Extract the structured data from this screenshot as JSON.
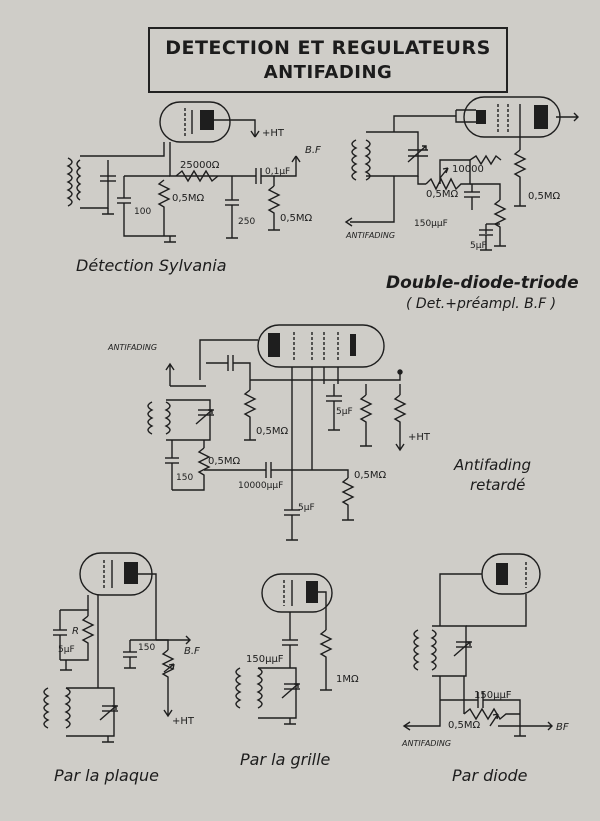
{
  "title": {
    "line1": "DETECTION ET REGULATEURS",
    "line2": "ANTIFADING"
  },
  "diagrams": {
    "sylvania": {
      "caption": "Détection Sylvania",
      "labels": {
        "ht": "+HT",
        "bf": "B.F",
        "r1": "25000Ω",
        "r2": "0,5MΩ",
        "r3": "0,5MΩ",
        "c1": "0,1μF",
        "c2": "100",
        "c3": "250"
      }
    },
    "double_diode_triode": {
      "caption": "Double-diode-triode",
      "subcaption": "( Det.+préampl. B.F )",
      "labels": {
        "r1": "10000",
        "r2": "0,5MΩ",
        "r3": "0,5MΩ",
        "c1": "150μμF",
        "c2": "5μF",
        "antifading": "ANTIFADING"
      }
    },
    "retarde": {
      "caption_line1": "Antifading",
      "caption_line2": "retardé",
      "labels": {
        "antifading": "ANTIFADING",
        "r1": "0,5MΩ",
        "r2": "0,5MΩ",
        "r3": "0,5MΩ",
        "c1": "150",
        "c2": "10000μμF",
        "c3": "5μF",
        "c4": "5μF",
        "ht": "+HT"
      }
    },
    "plaque": {
      "caption": "Par la plaque",
      "labels": {
        "r": "R",
        "c1": "5μF",
        "c2": "150",
        "bf": "B.F",
        "ht": "+HT"
      }
    },
    "grille": {
      "caption": "Par la grille",
      "labels": {
        "c1": "150μμF",
        "r1": "1MΩ"
      }
    },
    "diode": {
      "caption": "Par diode",
      "labels": {
        "c1": "150μμF",
        "r1": "0,5MΩ",
        "antifading": "ANTIFADING",
        "bf": "BF"
      }
    }
  }
}
